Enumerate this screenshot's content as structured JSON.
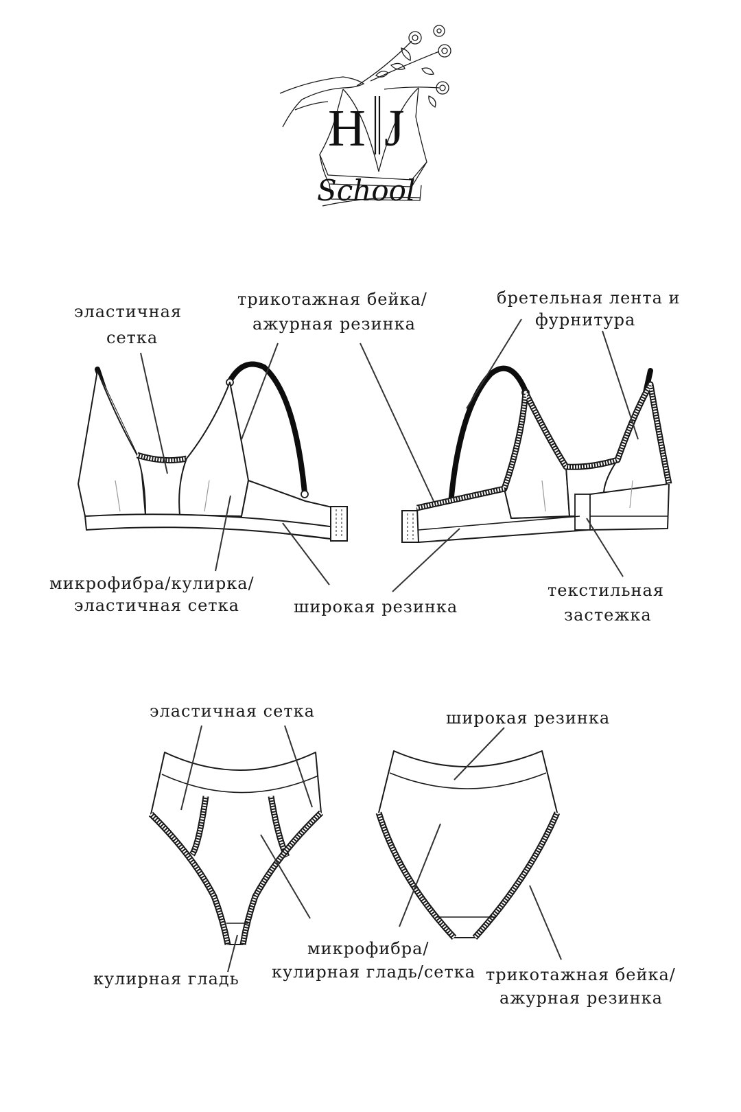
{
  "logo": {
    "letter_left": "H",
    "letter_right": "J",
    "script": "School"
  },
  "bra_labels": {
    "mesh": [
      "эластичная",
      "сетка"
    ],
    "binding": [
      "трикотажная бейка/",
      "ажурная резинка"
    ],
    "strap": [
      "бретельная лента и",
      "фурнитура"
    ],
    "cup_fabric": [
      "микрофибра/кулирка/",
      "эластичная сетка"
    ],
    "band": [
      "широкая резинка"
    ],
    "closure": [
      "текстильная",
      "застежка"
    ]
  },
  "brief_labels": {
    "mesh": [
      "эластичная сетка"
    ],
    "band": [
      "широкая резинка"
    ],
    "main_fabric": [
      "микрофибра/",
      "кулирная гладь/сетка"
    ],
    "gusset": [
      "кулирная гладь"
    ],
    "binding": [
      "трикотажная бейка/",
      "ажурная резинка"
    ]
  },
  "colors": {
    "ink": "#1a1a1a",
    "background": "#ffffff"
  }
}
